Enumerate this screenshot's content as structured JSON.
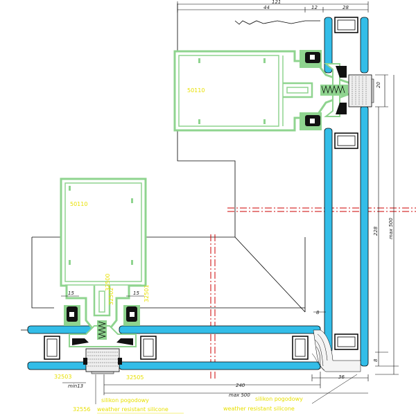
{
  "dimensions": {
    "top_total": "121",
    "top_a": "44",
    "top_b": "12",
    "top_c": "28",
    "side_gap": "20",
    "side_228": "228",
    "side_max": "max 500",
    "side_small": "8",
    "bottom_36": "36",
    "left_15": "15",
    "right_15": "15",
    "left_8": "8",
    "min13": "min13",
    "bottom_240": "240",
    "bottom_max": "max 500"
  },
  "profiles": {
    "mullion_top": "50110",
    "mullion_bottom": "50110",
    "gasket_left": "32502",
    "gasket_right": "32501",
    "insert_center": "32500",
    "pad_left": "32503",
    "pad_right": "32505"
  },
  "notes": {
    "left_pl": "silikon pogodowy",
    "left_code": "32556",
    "left_en": "weather resistant silicone",
    "right_pl": "silikon pogodowy",
    "right_en": "weather resistant silicone"
  },
  "colors": {
    "glass": "#33bde8",
    "profile_fill": "#ffffff",
    "profile_stroke": "#8fd48f",
    "gasket": "#111111",
    "silicone": "#dddddd",
    "axis": "#cc0000",
    "line": "#000000"
  }
}
